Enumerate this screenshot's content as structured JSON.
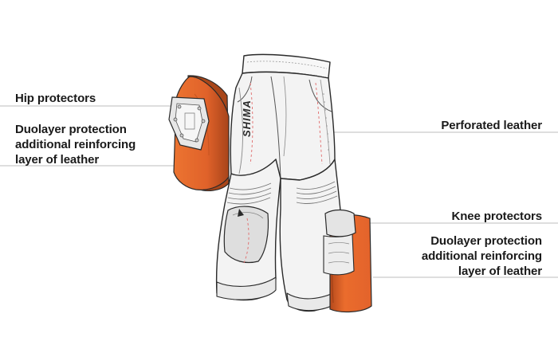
{
  "labels": {
    "hip_protectors": "Hip protectors",
    "left_duolayer": [
      "Duolayer protection",
      "additional reinforcing",
      "layer of leather"
    ],
    "perforated_leather": "Perforated leather",
    "knee_protectors": "Knee protectors",
    "right_duolayer": [
      "Duolayer protection",
      "additional reinforcing",
      "layer of leather"
    ]
  },
  "brand_mark": "SHIMA",
  "colors": {
    "orange": "#e8692a",
    "orange_dark": "#b64c1b",
    "outline": "#2a2a2a",
    "suit_fill": "#f4f4f4",
    "shade": "#d9d9d9",
    "leader_line": "#bdbdbd",
    "accent_dash": "#e06a6a",
    "text": "#1a1a1a"
  }
}
